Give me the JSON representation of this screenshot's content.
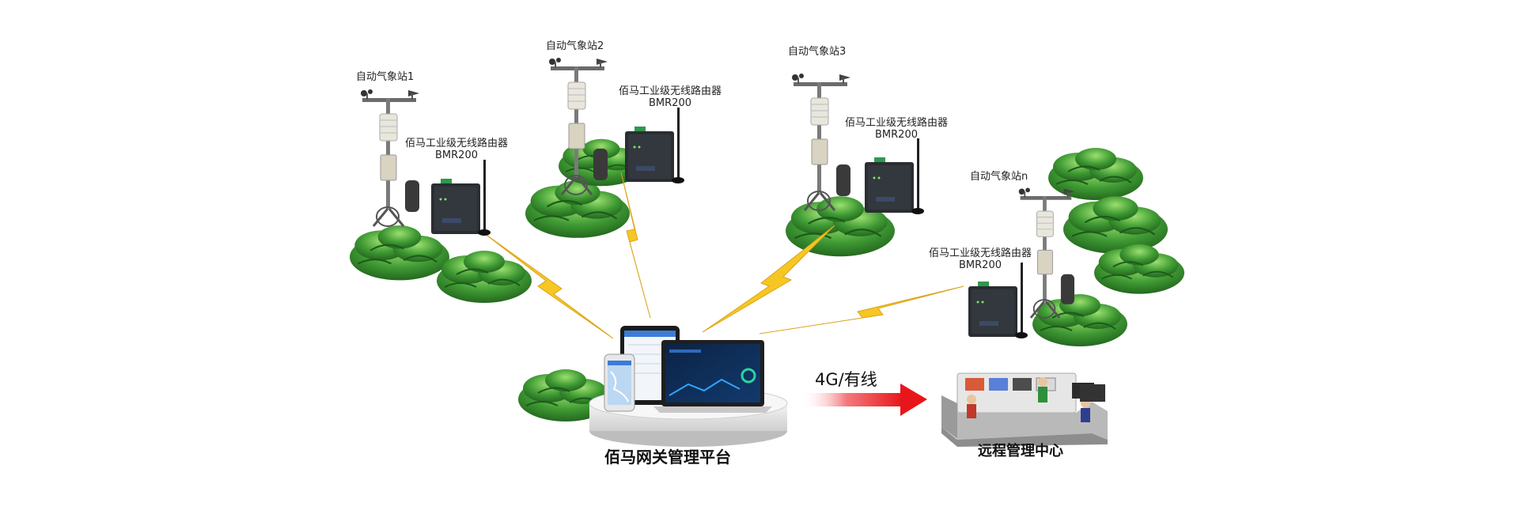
{
  "stations": [
    {
      "name": "自动气象站1",
      "router": "佰马工业级无线路由器",
      "model": "BMR200"
    },
    {
      "name": "自动气象站2",
      "router": "佰马工业级无线路由器",
      "model": "BMR200"
    },
    {
      "name": "自动气象站3",
      "router": "佰马工业级无线路由器",
      "model": "BMR200"
    },
    {
      "name": "自动气象站n",
      "router": "佰马工业级无线路由器",
      "model": "BMR200"
    }
  ],
  "platform": {
    "label": "佰马网关管理平台"
  },
  "link": {
    "label": "4G/有线"
  },
  "remote": {
    "label": "远程管理中心"
  },
  "colors": {
    "hill": "#3b8f2f",
    "hill_light": "#8fd86b",
    "lightning": "#f6c623",
    "arrow": "#e8161b",
    "router": "#2a2e33"
  }
}
